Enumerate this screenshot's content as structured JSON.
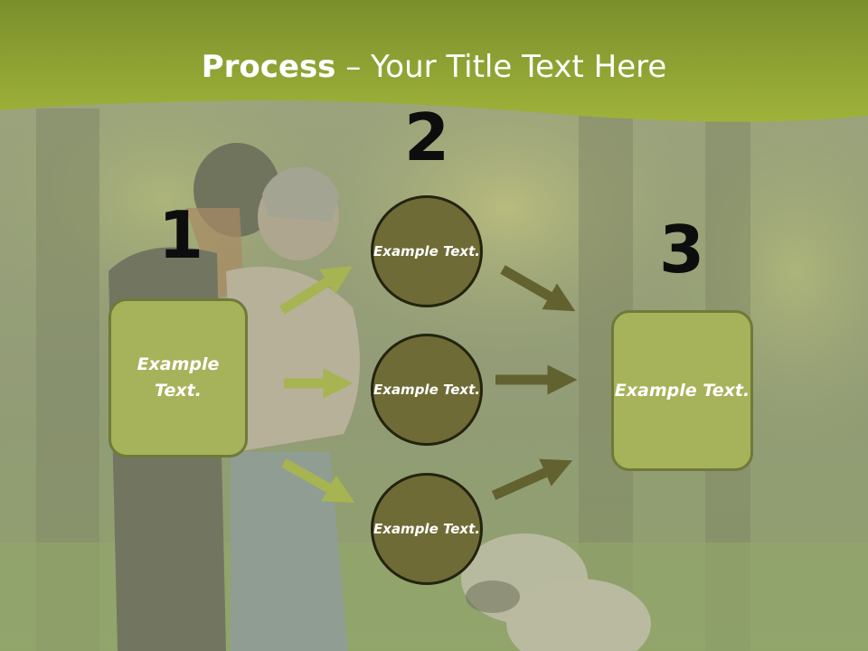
{
  "slide": {
    "title_bold": "Process",
    "title_rest": " – Your Title Text Here",
    "colors": {
      "title_band": "#8fa232",
      "box_fill": "#a7b35a",
      "circle_fill": "#6e6b36",
      "arrow_light": "#a6b452",
      "arrow_dark": "#626230"
    }
  },
  "steps": {
    "step1": {
      "number": "1",
      "text": "Example Text."
    },
    "step2": {
      "number": "2",
      "items": [
        {
          "text": "Example Text."
        },
        {
          "text": "Example Text."
        },
        {
          "text": "Example Text."
        }
      ]
    },
    "step3": {
      "number": "3",
      "text": "Example Text."
    }
  },
  "background": {
    "description_icon": "park-couple-dog-photo"
  }
}
